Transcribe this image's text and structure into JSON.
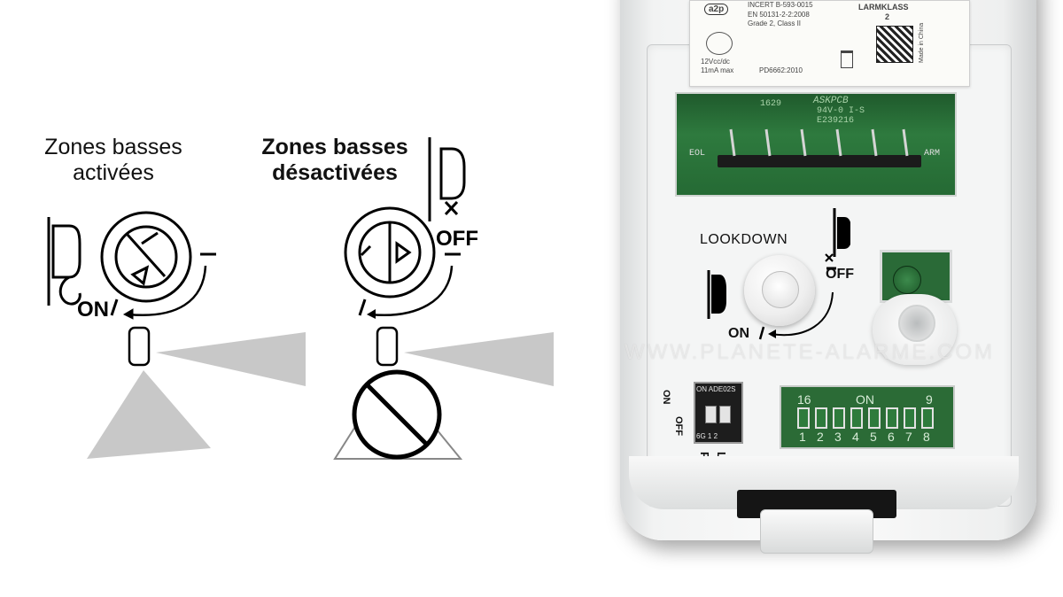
{
  "left_diagram": {
    "enabled_title": "Zones basses\nactivées",
    "disabled_title": "Zones basses\ndésactivées",
    "on_label": "ON",
    "off_label": "OFF",
    "beam_color": "#c8c8c8"
  },
  "device": {
    "sticker": {
      "brand": "a2p",
      "cert_line": "INCERT B-593-0015",
      "standard_line": "EN 50131-2-2:2008",
      "grade_line": "Grade 2, Class II",
      "power_line1": "12Vcc/dc",
      "power_line2": "11mA max",
      "pd_line": "PD6662:2010",
      "larm_line1": "LARMKLASS",
      "larm_line2": "2",
      "made_in": "Made in China"
    },
    "pcb_text": {
      "num": "1629",
      "askpcb": "ASKPCB",
      "rating": "94V-0 I-S",
      "code": "E239216",
      "eol": "EOL",
      "arm": "ARM"
    },
    "lookdown_label": "LOOKDOWN",
    "on_label": "ON",
    "off_label": "OFF",
    "dip_small": {
      "header": "ON ADE02S",
      "on": "ON",
      "off": "OFF",
      "bottom": "6G  1  2",
      "pi": "PI",
      "led": "LED"
    },
    "dip_big": {
      "left": "16",
      "center": "ON",
      "right": "9",
      "numbers": [
        "1",
        "2",
        "3",
        "4",
        "5",
        "6",
        "7",
        "8"
      ]
    },
    "watermark": "WWW.PLANETE-ALARME.COM"
  }
}
